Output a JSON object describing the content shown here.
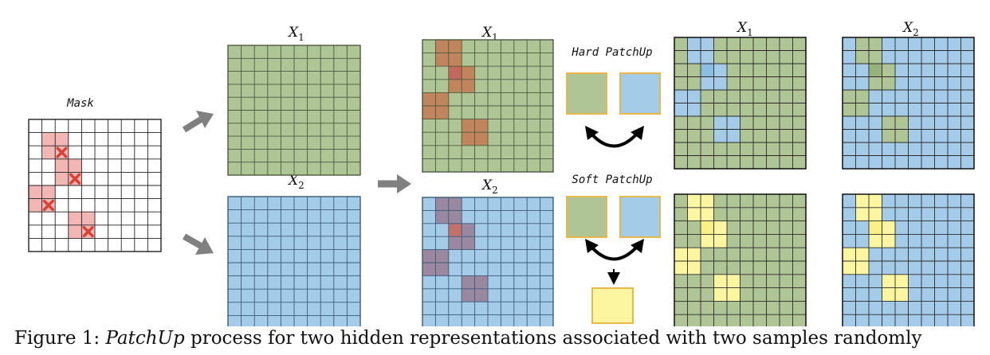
{
  "labels": {
    "mask": "Mask",
    "x1": "X",
    "x2": "X",
    "x1_sub": "1",
    "x2_sub": "2",
    "hard_patchup": "Hard PatchUp",
    "soft_patchup": "Soft PatchUp"
  },
  "caption": {
    "figure_label": "Figure 1:",
    "method": "PatchUp",
    "text": "process for two hidden representations associated with two samples randomly"
  },
  "colors": {
    "green": "#afc596",
    "blue": "#a4cce8",
    "yellow": "#fdf6a1",
    "mask_red": "#f2b7b5",
    "patch_brown": "#c1855d",
    "patch_purple": "#9a88a0",
    "cross_red": "#d94135",
    "swatch_border": "#e8b84a",
    "arrow_gray": "#808080"
  },
  "grid": {
    "mask_cells": 10,
    "feature_cells": 10,
    "mask_blocks": [
      [
        1,
        1
      ],
      [
        2,
        3
      ],
      [
        0,
        5
      ],
      [
        3,
        7
      ]
    ],
    "mask_crosses": [
      [
        2,
        2
      ],
      [
        3,
        4
      ],
      [
        1,
        6
      ],
      [
        4,
        8
      ]
    ],
    "patch_blocks": [
      [
        1,
        0
      ],
      [
        2,
        2
      ],
      [
        0,
        4
      ],
      [
        3,
        6
      ]
    ],
    "overlap_cell": [
      2,
      2
    ]
  }
}
